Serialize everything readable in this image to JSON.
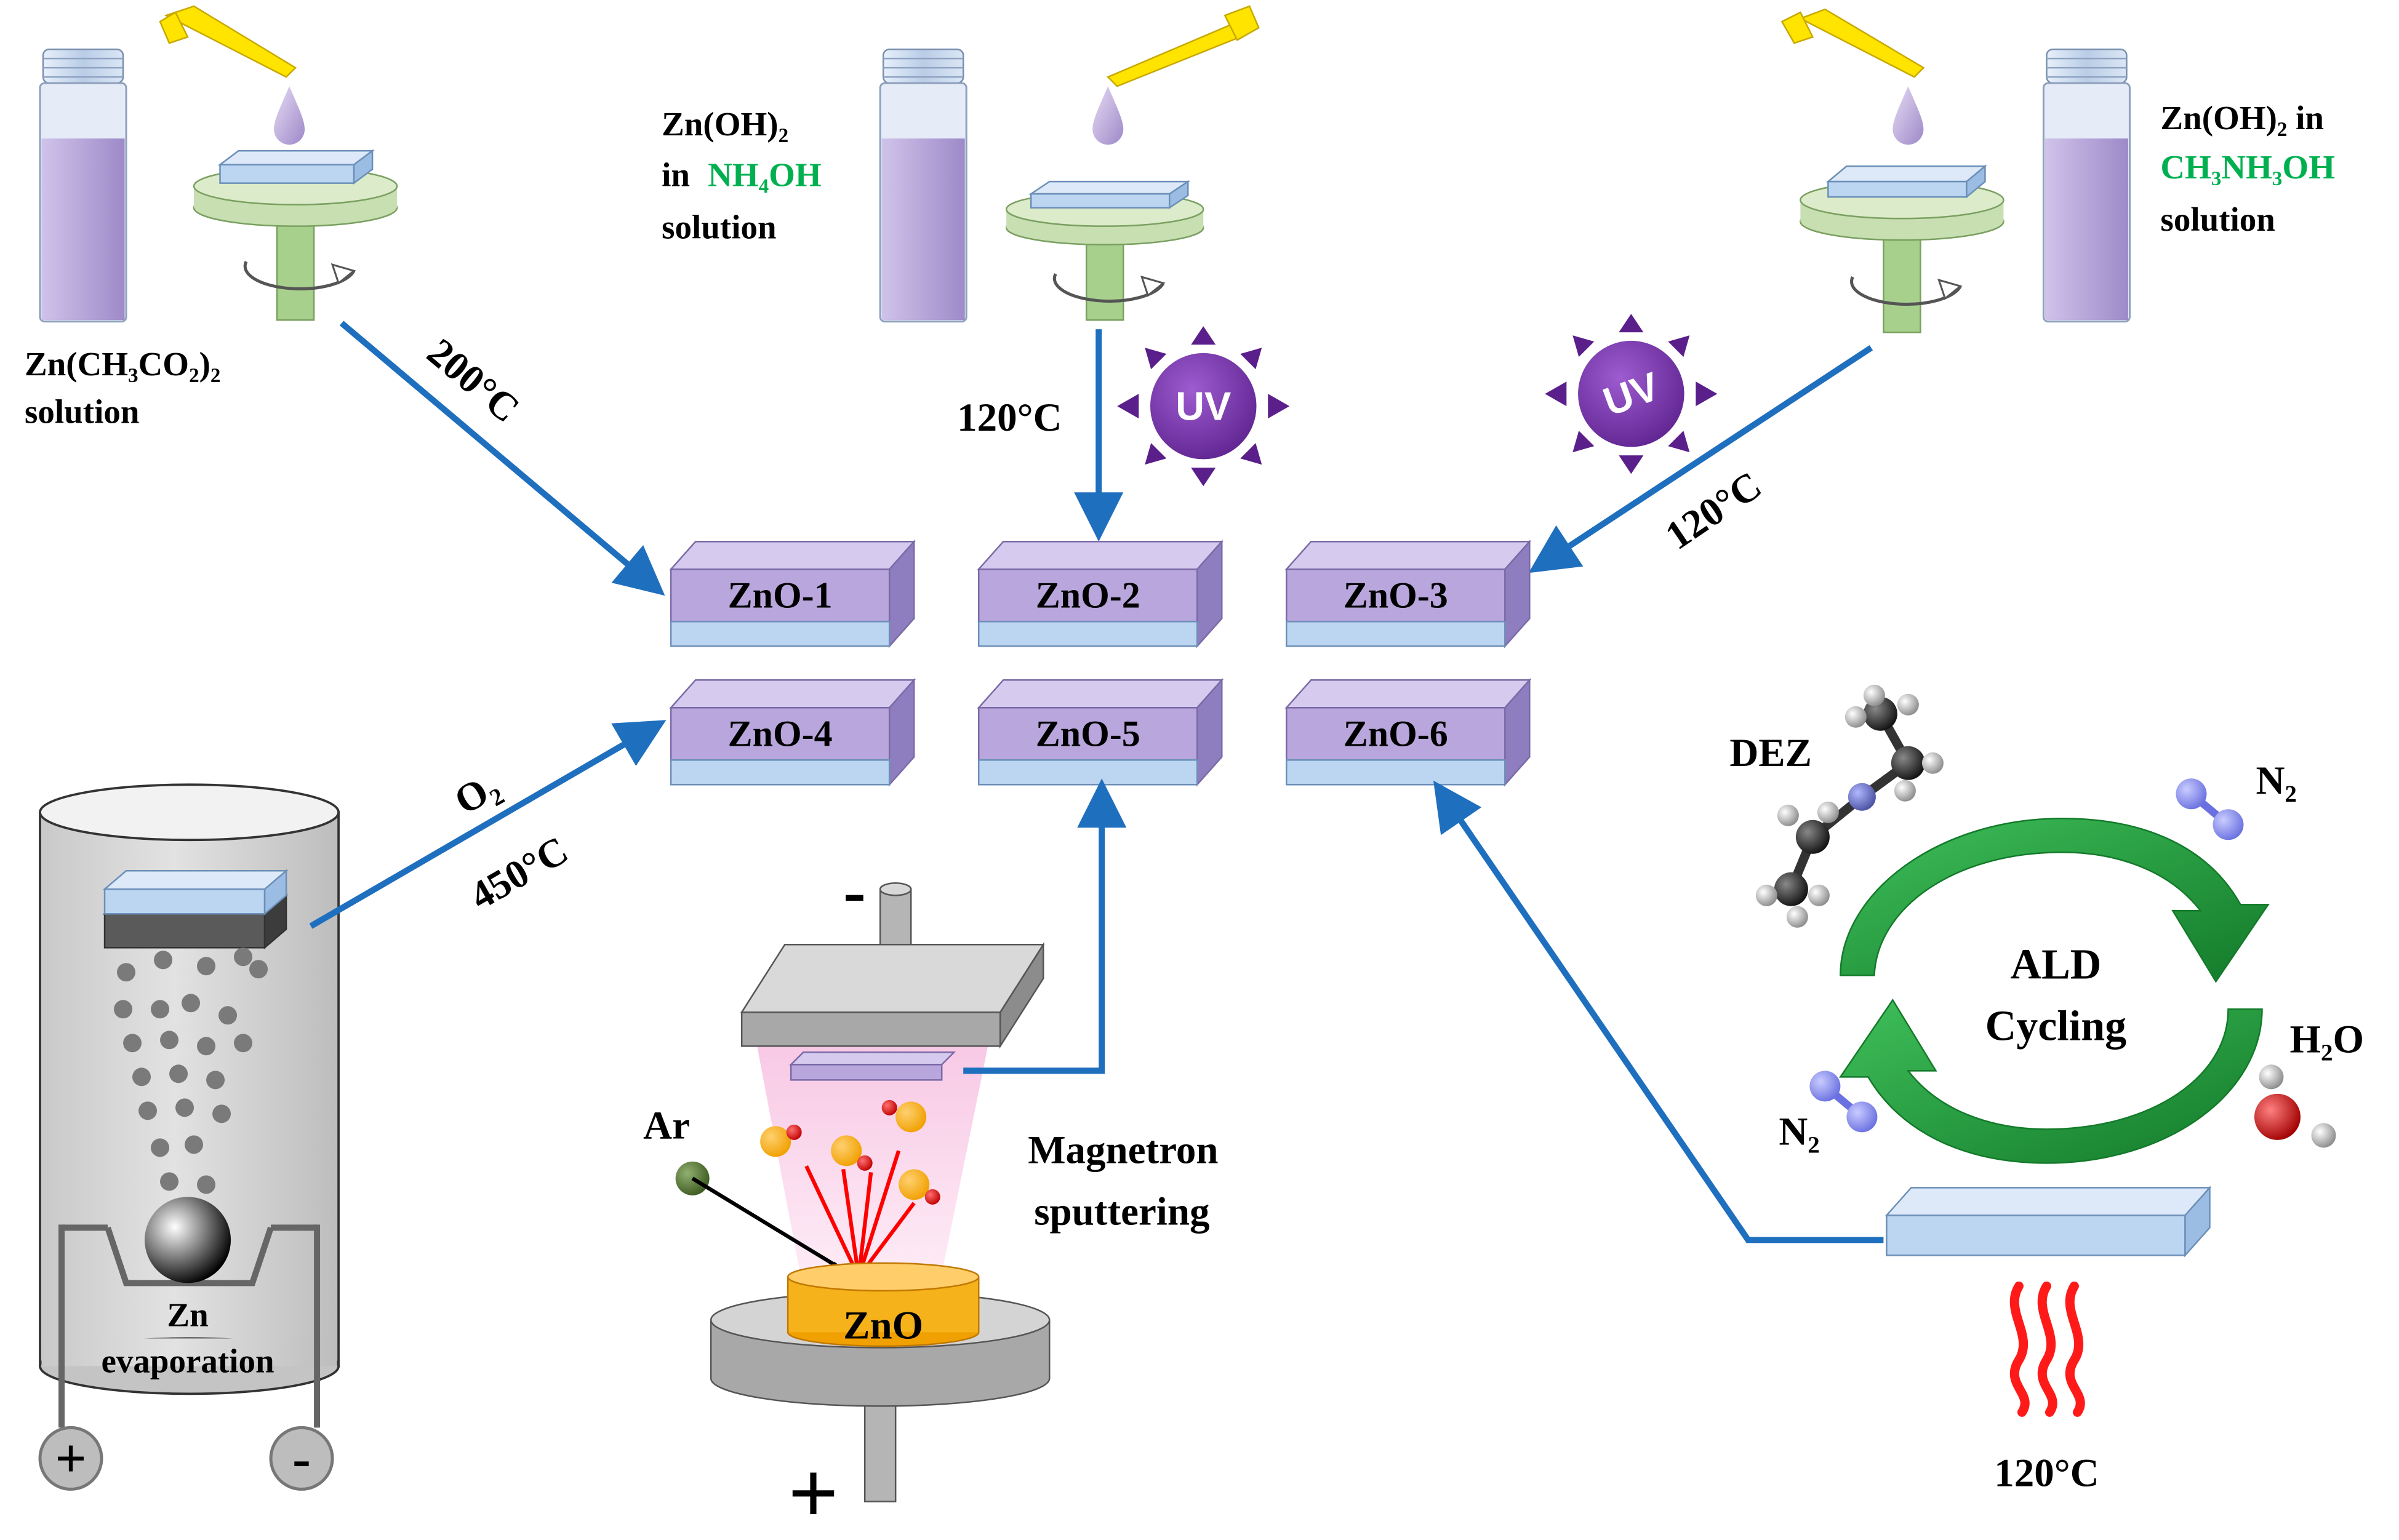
{
  "colors": {
    "arrow": "#1f6fbf",
    "accent_green": "#00b050",
    "uv_purple": "#6a2a9a",
    "ald_green": "#1e9a3a",
    "heat_red": "#ff1a1a",
    "vial_liquid": "#b7a6d9",
    "sample_top": "#b8a6dc",
    "sample_substrate": "#bcd6f2"
  },
  "samples": [
    {
      "label": "ZnO-1"
    },
    {
      "label": "ZnO-2"
    },
    {
      "label": "ZnO-3"
    },
    {
      "label": "ZnO-4"
    },
    {
      "label": "ZnO-5"
    },
    {
      "label": "ZnO-6"
    }
  ],
  "spin1": {
    "solution": "Zn(CH₃CO₂)₂",
    "solution2": "solution",
    "temp": "200°C"
  },
  "spin2": {
    "line1": "Zn(OH)₂",
    "line2a": "in ",
    "line2b": "NH₄OH",
    "line3": "solution",
    "temp": "120°C",
    "uv": "UV"
  },
  "spin3": {
    "line1": "Zn(OH)₂ in",
    "line2": "CH₃NH₃OH",
    "line3": "solution",
    "temp": "120°C",
    "uv": "UV"
  },
  "evap": {
    "gas": "O₂",
    "temp": "450°C",
    "label1": "Zn",
    "label2": "evaporation",
    "plus": "+",
    "minus": "-"
  },
  "sputter": {
    "minus": "-",
    "plus": "+",
    "ar": "Ar",
    "target": "ZnO",
    "label1": "Magnetron",
    "label2": "sputtering"
  },
  "ald": {
    "dez": "DEZ",
    "n2_top": "N₂",
    "n2_bottom": "N₂",
    "h2o": "H₂O",
    "cycle1": "ALD",
    "cycle2": "Cycling",
    "temp": "120°C"
  }
}
